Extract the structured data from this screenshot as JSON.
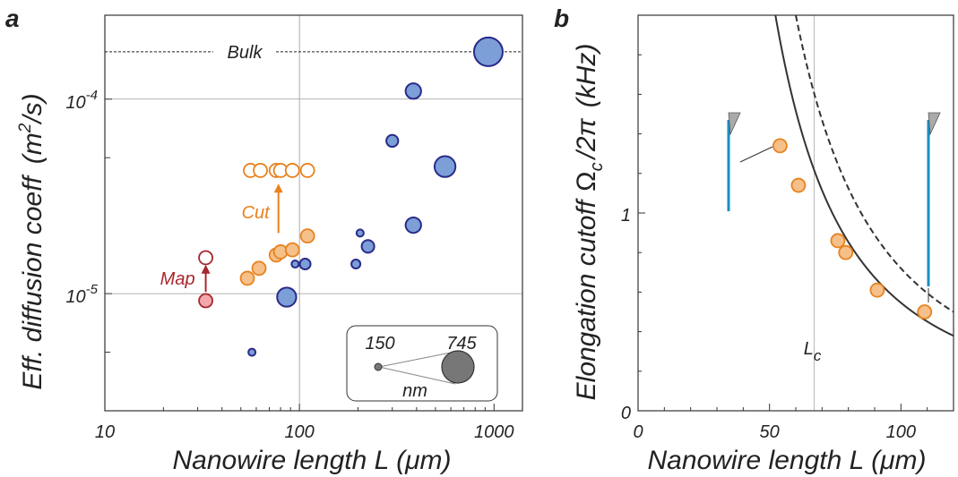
{
  "chart_data": [
    {
      "panel_label": "a",
      "type": "scatter",
      "xlabel": "Nanowire length L (μm)",
      "ylabel": "Eff. diffusion coeff (m²/s)",
      "ylabel_parts": {
        "text": "Eff. diffusion coeff",
        "unit_open": "(m",
        "unit_sup": "2",
        "unit_close": "/s)"
      },
      "x_scale": "log",
      "y_scale": "log",
      "xlim": [
        10,
        1400
      ],
      "ylim": [
        2.5e-06,
        0.00027
      ],
      "x_ticks": [
        10,
        100,
        1000
      ],
      "x_tick_labels": [
        "10",
        "100",
        "1000"
      ],
      "y_major_ticks": [
        1e-05,
        0.0001
      ],
      "y_tick_labels": [
        {
          "base": "10",
          "exp": "-5"
        },
        {
          "base": "10",
          "exp": "-4"
        }
      ],
      "grid": true,
      "bulk_line": {
        "label": "Bulk",
        "y": 0.000175
      },
      "series": [
        {
          "color": "#7b9fd6",
          "edge": "#2a2a8a",
          "points": [
            {
              "x": 57,
              "y": 5e-06,
              "size": 150
            },
            {
              "x": 86,
              "y": 9.6e-06,
              "size": 480
            },
            {
              "x": 95,
              "y": 1.42e-05,
              "size": 150
            },
            {
              "x": 107,
              "y": 1.42e-05,
              "size": 250
            },
            {
              "x": 195,
              "y": 1.42e-05,
              "size": 200
            },
            {
              "x": 205,
              "y": 2.05e-05,
              "size": 150
            },
            {
              "x": 225,
              "y": 1.75e-05,
              "size": 300
            },
            {
              "x": 300,
              "y": 6.1e-05,
              "size": 280
            },
            {
              "x": 385,
              "y": 0.00011,
              "size": 380
            },
            {
              "x": 385,
              "y": 2.25e-05,
              "size": 380
            },
            {
              "x": 560,
              "y": 4.5e-05,
              "size": 530
            },
            {
              "x": 935,
              "y": 0.000175,
              "size": 745
            }
          ]
        },
        {
          "color": "#f5c08a",
          "edge": "#e8821e",
          "points": [
            {
              "x": 54,
              "y": 1.2e-05
            },
            {
              "x": 62,
              "y": 1.35e-05
            },
            {
              "x": 76,
              "y": 1.58e-05
            },
            {
              "x": 80,
              "y": 1.64e-05
            },
            {
              "x": 92,
              "y": 1.68e-05
            },
            {
              "x": 110,
              "y": 1.98e-05
            }
          ]
        },
        {
          "color": "#ffffff",
          "edge": "#e8821e",
          "points": [
            {
              "x": 56,
              "y": 4.3e-05
            },
            {
              "x": 63,
              "y": 4.3e-05
            },
            {
              "x": 76,
              "y": 4.3e-05
            },
            {
              "x": 80,
              "y": 4.3e-05
            },
            {
              "x": 92,
              "y": 4.3e-05
            },
            {
              "x": 110,
              "y": 4.3e-05
            }
          ]
        },
        {
          "color": "#f4a6ad",
          "edge": "#a8262e",
          "points": [
            {
              "x": 33,
              "y": 9.2e-06
            }
          ]
        },
        {
          "color": "#ffffff",
          "edge": "#a8262e",
          "points": [
            {
              "x": 33,
              "y": 1.53e-05
            }
          ]
        }
      ],
      "annotations": {
        "cut": {
          "label": "Cut",
          "color": "#e8821e"
        },
        "map": {
          "label": "Map",
          "color": "#a8262e"
        }
      },
      "size_legend": {
        "min_label": "150",
        "max_label": "745",
        "unit": "nm"
      }
    },
    {
      "panel_label": "b",
      "type": "line",
      "xlabel": "Nanowire length L (μm)",
      "ylabel": "Elongation cutoff Ωc /2π (kHz)",
      "ylabel_parts": {
        "text": "Elongation cutoff",
        "omega": "Ω",
        "sub": "c",
        "rest": "/2π",
        "unit": "(kHz)"
      },
      "xlim": [
        0,
        120
      ],
      "ylim": [
        0,
        2
      ],
      "x_ticks": [
        0,
        50,
        100
      ],
      "x_tick_labels": [
        "0",
        "50",
        "100"
      ],
      "y_ticks": [
        0,
        1
      ],
      "y_tick_labels": [
        "0",
        "1"
      ],
      "vline": {
        "x": 67,
        "label": "L",
        "label_sub": "c"
      },
      "series": [
        {
          "name": "solid",
          "style": "solid",
          "formula": "a/L^2",
          "a": 5460
        },
        {
          "name": "dashed",
          "style": "dashed",
          "formula": "a/L^2",
          "a": 7200
        }
      ],
      "points": {
        "color": "#f5c08a",
        "edge": "#e8821e",
        "x": [
          54,
          61,
          76,
          79,
          91,
          109
        ],
        "y": [
          1.34,
          1.14,
          0.86,
          0.8,
          0.61,
          0.5
        ]
      }
    }
  ]
}
